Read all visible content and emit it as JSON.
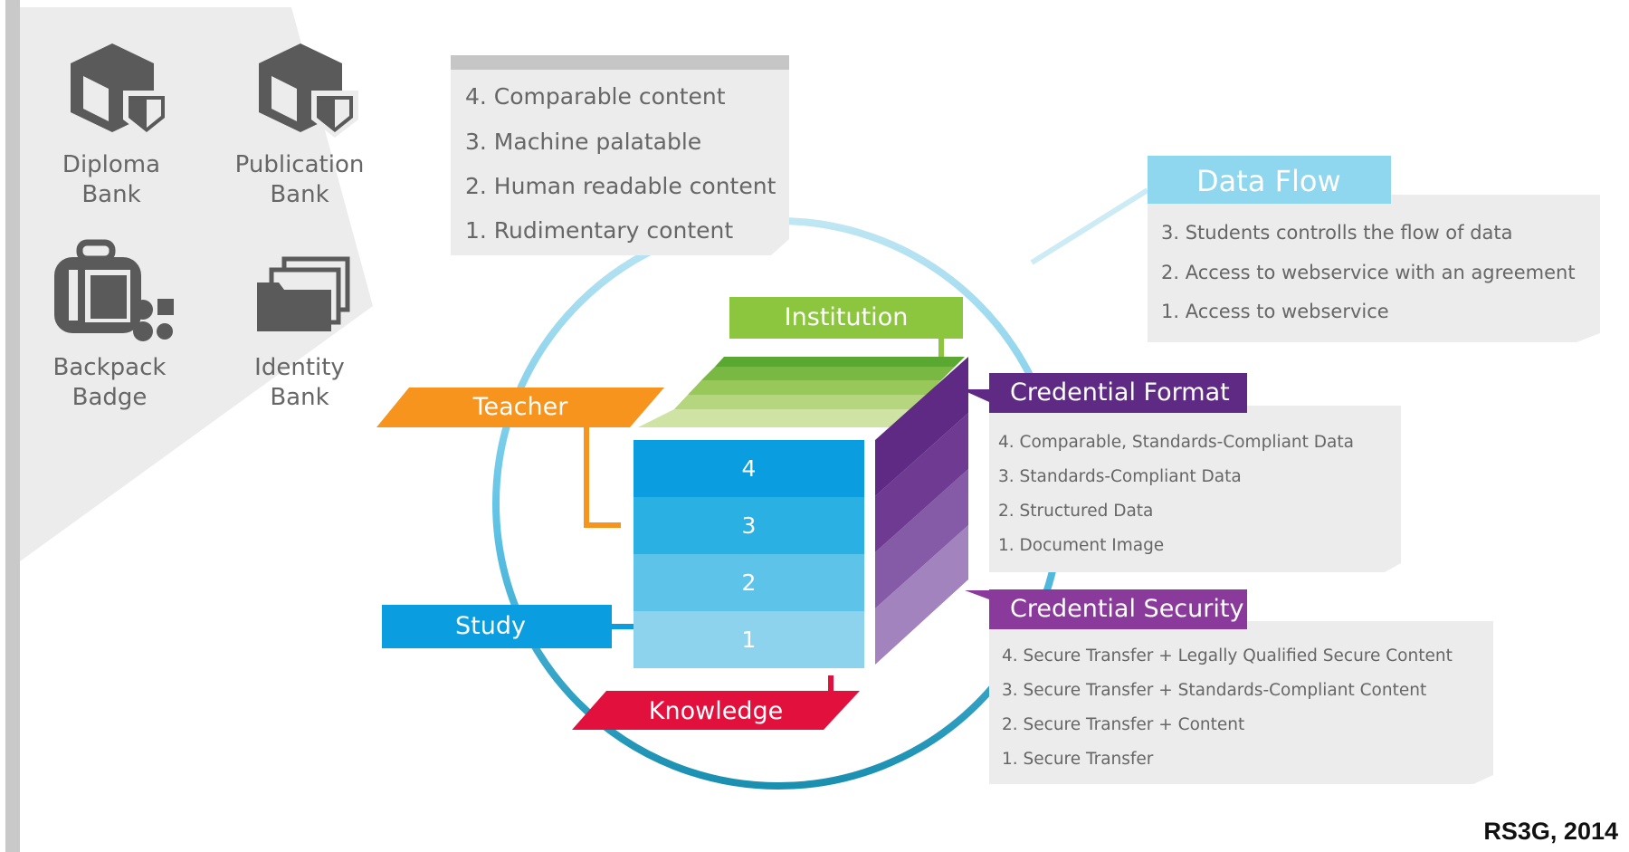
{
  "banks": [
    {
      "name": "diploma-bank",
      "label_lines": [
        "Diploma",
        "Bank"
      ],
      "icon": "box-shield-icon"
    },
    {
      "name": "publication-bank",
      "label_lines": [
        "Publication",
        "Bank"
      ],
      "icon": "box-shield-icon"
    },
    {
      "name": "backpack-badge",
      "label_lines": [
        "Backpack",
        "Badge"
      ],
      "icon": "backpack-icon"
    },
    {
      "name": "identity-bank",
      "label_lines": [
        "Identity",
        "Bank"
      ],
      "icon": "folders-icon"
    }
  ],
  "content_levels": [
    "4. Comparable content",
    "3. Machine palatable",
    "2. Human readable content",
    "1. Rudimentary content"
  ],
  "data_flow": {
    "title": "Data Flow",
    "items": [
      "3. Students controlls the flow of data",
      "2. Access to webservice with an agreement",
      "1. Access to webservice"
    ]
  },
  "credential_format": {
    "title": "Credential Format",
    "items": [
      "4. Comparable, Standards-Compliant Data",
      "3. Standards-Compliant Data",
      "2. Structured Data",
      "1. Document Image"
    ]
  },
  "credential_security": {
    "title": "Credential Security",
    "items": [
      "4. Secure Transfer + Legally Qualified Secure Content",
      "3. Secure Transfer + Standards-Compliant Content",
      "2. Secure Transfer + Content",
      "1. Secure Transfer"
    ]
  },
  "cube": {
    "labels": {
      "institution": "Institution",
      "teacher": "Teacher",
      "study": "Study",
      "knowledge": "Knowledge"
    },
    "levels": [
      "4",
      "3",
      "2",
      "1"
    ]
  },
  "colors": {
    "institution": "#8cc63e",
    "teacher": "#f7941d",
    "study": "#0a9ee0",
    "knowledge": "#e2103c",
    "format": "#5e2a83",
    "security": "#8a3a9a",
    "data_flow": "#5ec4e8",
    "panel": "#ececec"
  },
  "credit": "RS3G, 2014"
}
